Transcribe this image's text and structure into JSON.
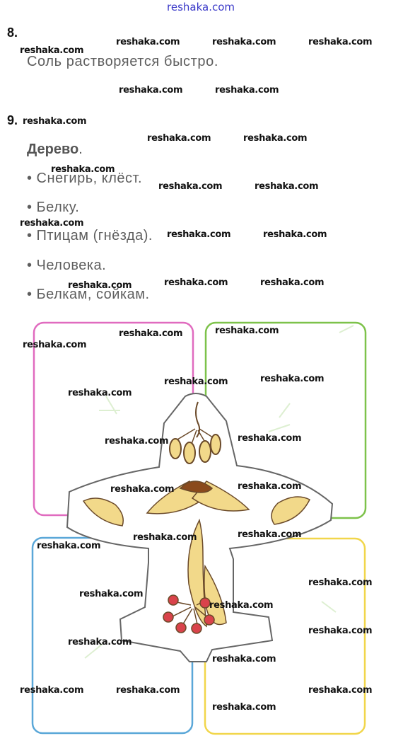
{
  "site_link": "reshaka.com",
  "watermark": "reshaka.com",
  "task8": {
    "number": "8.",
    "answer": "Соль растворяется быстро."
  },
  "task9": {
    "number": "9.",
    "title": "Дерево",
    "title_suffix": ".",
    "bullets": [
      "Снегирь, клёст.",
      "Белку.",
      "Птицам (гнёзда).",
      "Человека.",
      "Белкам, сойкам."
    ]
  },
  "picture": {
    "frame_colors": [
      "#e06bbf",
      "#7dc24a",
      "#5aa7d8",
      "#f1d64b"
    ],
    "seed_fill": "#f2d98a",
    "berry_fill": "#d9434b",
    "wing_fill": "#8a4a1c"
  }
}
